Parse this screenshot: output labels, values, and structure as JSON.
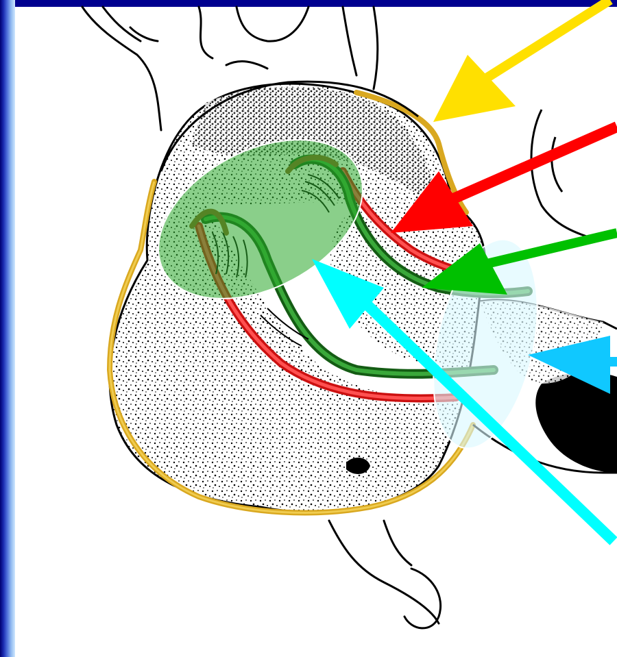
{
  "colors": {
    "frame": "#00008f",
    "background": "#ffffff",
    "wall_outline": "#e0b020",
    "red_canal": "#ff2a2a",
    "green_canal": "#1d8a1d",
    "green_region": "#2aa82a",
    "cyan_region": "#d9f8ff",
    "arrow_yellow": "#ffe000",
    "arrow_red": "#ff0000",
    "arrow_green": "#00c000",
    "arrow_blue": "#10c8ff",
    "arrow_cyan": "#00ffff"
  },
  "arrows": [
    {
      "name": "yellow",
      "color_key": "arrow_yellow"
    },
    {
      "name": "red",
      "color_key": "arrow_red"
    },
    {
      "name": "green",
      "color_key": "arrow_green"
    },
    {
      "name": "blue",
      "color_key": "arrow_blue"
    },
    {
      "name": "cyan",
      "color_key": "arrow_cyan"
    }
  ]
}
